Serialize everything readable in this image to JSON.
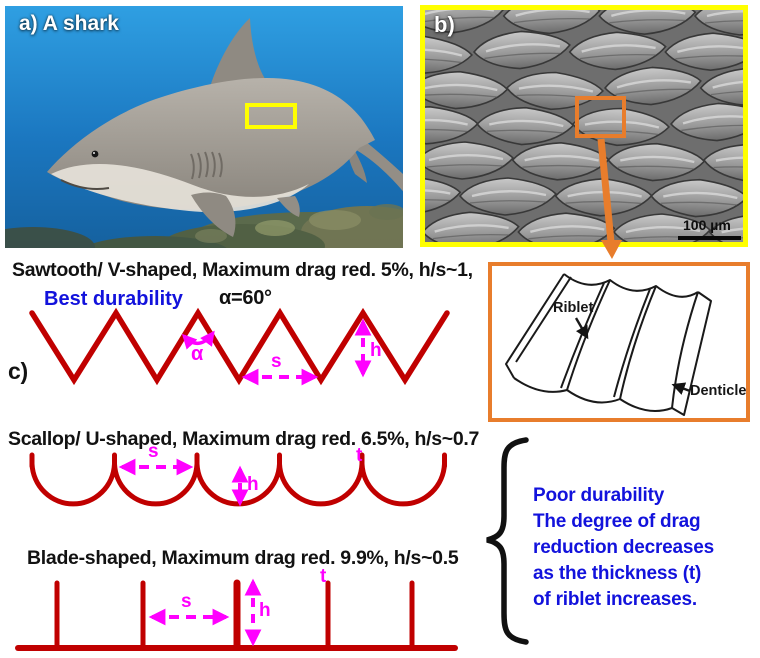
{
  "figure": {
    "panel_a_label": "a) A shark",
    "panel_b_label": "b)",
    "panel_c_label": "c)",
    "scale_bar_label": "100 µm"
  },
  "denticle_inset": {
    "riblet_label": "Riblet",
    "denticle_label": "Denticle"
  },
  "sawtooth": {
    "title": "Sawtooth/ V-shaped, Maximum drag red. 5%, h/s~1,",
    "durability_note": "Best durability",
    "angle_value": "α=60°",
    "alpha_label": "α",
    "spacing_label": "s",
    "height_label": "h"
  },
  "scallop": {
    "title": "Scallop/ U-shaped, Maximum drag red. 6.5%, h/s~0.7",
    "spacing_label": "s",
    "height_label": "h",
    "thickness_label": "t"
  },
  "blade": {
    "title": "Blade-shaped, Maximum drag red. 9.9%,  h/s~0.5",
    "spacing_label": "s",
    "height_label": "h",
    "thickness_label": "t"
  },
  "durability_note": {
    "lines": [
      "Poor durability",
      "The degree of drag",
      "reduction decreases",
      "as the thickness (t)",
      "of riblet increases."
    ]
  },
  "colors": {
    "riblet_red": "#C00000",
    "annotation_magenta": "#FF00FF",
    "note_blue": "#1212DC",
    "accent_orange": "#E87D2C",
    "highlight_yellow": "#FFFF00"
  }
}
